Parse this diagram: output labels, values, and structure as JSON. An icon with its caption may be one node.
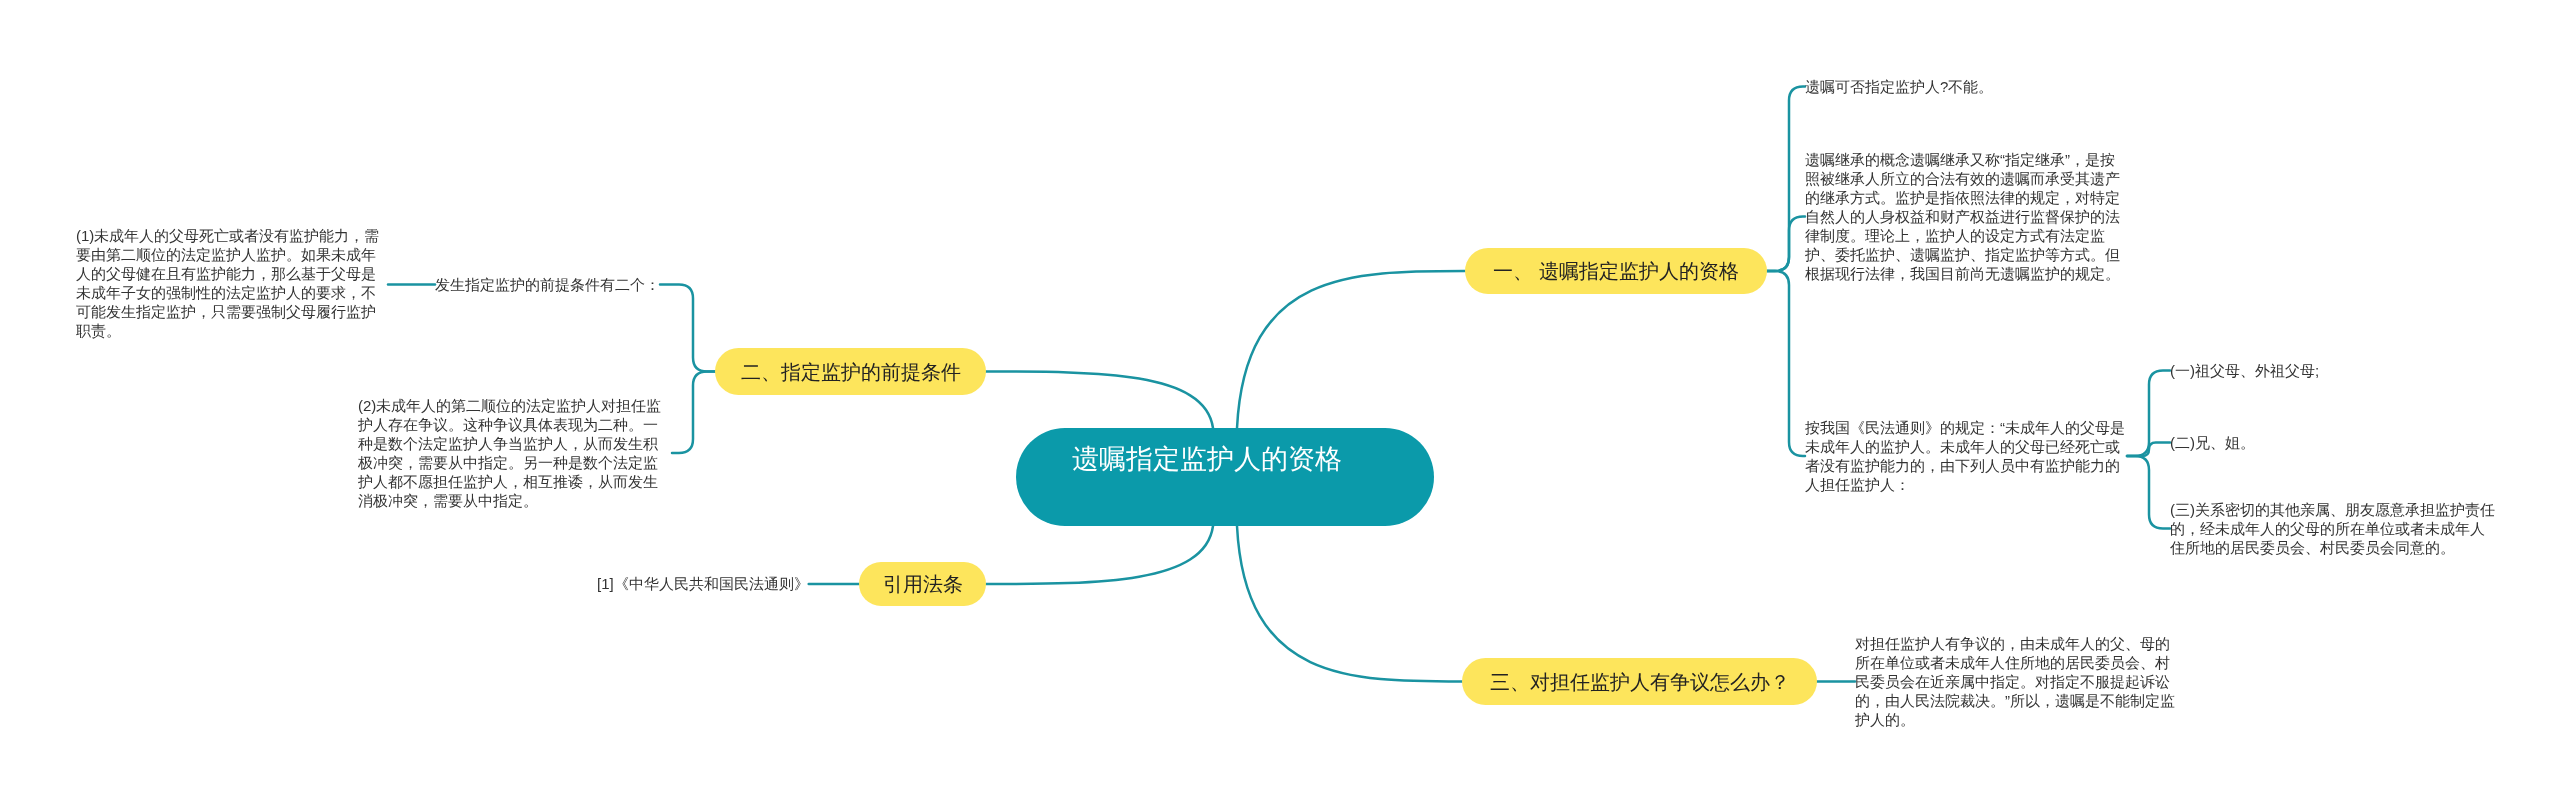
{
  "diagram": {
    "nodes": [
      {
        "text": [
          "遗嘱指定监护人的资格"
        ]
      },
      {
        "text": [
          "一、 遗嘱指定监护人的资格"
        ]
      },
      {
        "text": [
          "遗嘱可否指定监护人?不能。"
        ]
      },
      {
        "text": [
          "遗嘱继承的概念遗嘱继承又称“指定继承”，是按照被继承人所立的合法有效的遗嘱而承受其遗产的继承方式。监护是指依照法律的规定，对特定自然人的人身权益和财产权益进行监督保护的法律制度。理论上，监护人的设定方式有法定监护、委托监护、遗嘱监护、指定监护等方式。但根据现行法律，我国目前尚无遗嘱监护的规定。"
        ]
      },
      {
        "text": [
          "按我国《民法通则》的规定：“未成年人的父母是未成年人的监护人。未成年人的父母已经死亡或者没有监护能力的，由下列人员中有监护能力的人担任监护人："
        ]
      },
      {
        "text": [
          "(一)祖父母、外祖父母;"
        ]
      },
      {
        "text": [
          "(二)兄、姐。"
        ]
      },
      {
        "text": [
          "(三)关系密切的其他亲属、朋友愿意承担监护责任的，经未成年人的父母的所在单位或者未成年人住所地的居民委员会、村民委员会同意的。"
        ]
      },
      {
        "text": [
          "二、指定监护的前提条件"
        ]
      },
      {
        "text": [
          "发生指定监护的前提条件有二个："
        ]
      },
      {
        "text": [
          "(1)未成年人的父母死亡或者没有监护能力，需要由第二顺位的法定监护人监护。如果未成年人的父母健在且有监护能力，那么基于父母是未成年子女的强制性的法定监护人的要求，不可能发生指定监护，只需要强制父母履行监护职责。"
        ]
      },
      {
        "text": [
          "(2)未成年人的第二顺位的法定监护人对担任监护人存在争议。这种争议具体表现为二种。一种是数个法定监护人争当监护人，从而发生积极冲突，需要从中指定。另一种是数个法定监护人都不愿担任监护人，相互推诿，从而发生消极冲突，需要从中指定。"
        ]
      },
      {
        "text": [
          "引用法条"
        ]
      },
      {
        "text": [
          "[1]《中华人民共和国民法通则》"
        ]
      },
      {
        "text": [
          "三、对担任监护人有争议怎么办？"
        ]
      },
      {
        "text": [
          "对担任监护人有争议的，由未成年人的父、母的所在单位或者未成年人住所地的居民委员会、村民委员会在近亲属中指定。对指定不服提起诉讼的，由人民法院裁决。”所以，遗嘱是不能制定监护人的。"
        ]
      }
    ],
    "edges": [
      {
        "from": 0,
        "to": 1,
        "arrow": "none"
      },
      {
        "from": 1,
        "to": 2,
        "arrow": "none"
      },
      {
        "from": 1,
        "to": 3,
        "arrow": "none"
      },
      {
        "from": 1,
        "to": 4,
        "arrow": "none"
      },
      {
        "from": 4,
        "to": 5,
        "arrow": "none"
      },
      {
        "from": 4,
        "to": 6,
        "arrow": "none"
      },
      {
        "from": 4,
        "to": 7,
        "arrow": "none"
      },
      {
        "from": 0,
        "to": 8,
        "arrow": "none"
      },
      {
        "from": 8,
        "to": 9,
        "arrow": "none"
      },
      {
        "from": 9,
        "to": 10,
        "arrow": "none"
      },
      {
        "from": 8,
        "to": 11,
        "arrow": "none"
      },
      {
        "from": 0,
        "to": 12,
        "arrow": "none"
      },
      {
        "from": 12,
        "to": 13,
        "arrow": "none"
      },
      {
        "from": 0,
        "to": 14,
        "arrow": "none"
      },
      {
        "from": 14,
        "to": 15,
        "arrow": "none"
      }
    ]
  }
}
